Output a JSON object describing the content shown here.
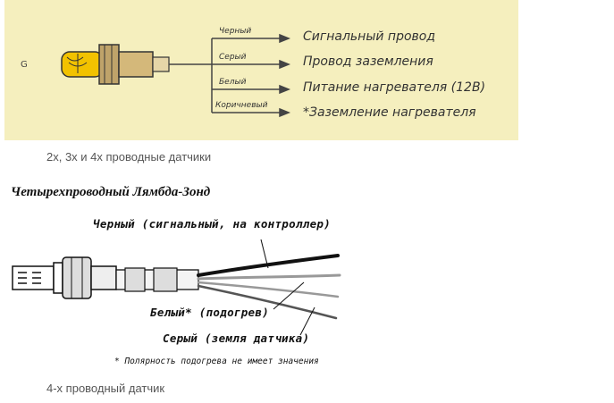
{
  "diagram1": {
    "connector_label": "G",
    "wires": [
      {
        "name": "Черный",
        "desc": "Сигнальный провод"
      },
      {
        "name": "Серый",
        "desc": "Провод заземления"
      },
      {
        "name": "Белый",
        "desc": "Питание нагревателя (12В)"
      },
      {
        "name": "Коричневый",
        "desc": "*Заземление нагревателя"
      }
    ],
    "caption": "2х, 3х и 4х проводные датчики"
  },
  "diagram2": {
    "title": "Четырехпроводный Лямбда-Зонд",
    "labels": {
      "black": "Черный (сигнальный, на контроллер)",
      "white": "Белый* (подогрев)",
      "gray": "Серый (земля датчика)"
    },
    "note": "* Полярность подогрева не имеет значения",
    "caption": "4-х проводный датчик"
  },
  "colors": {
    "panel_bg": "#f5efbe",
    "sensor_tip": "#f2c200",
    "sensor_body": "#c8a96a"
  }
}
